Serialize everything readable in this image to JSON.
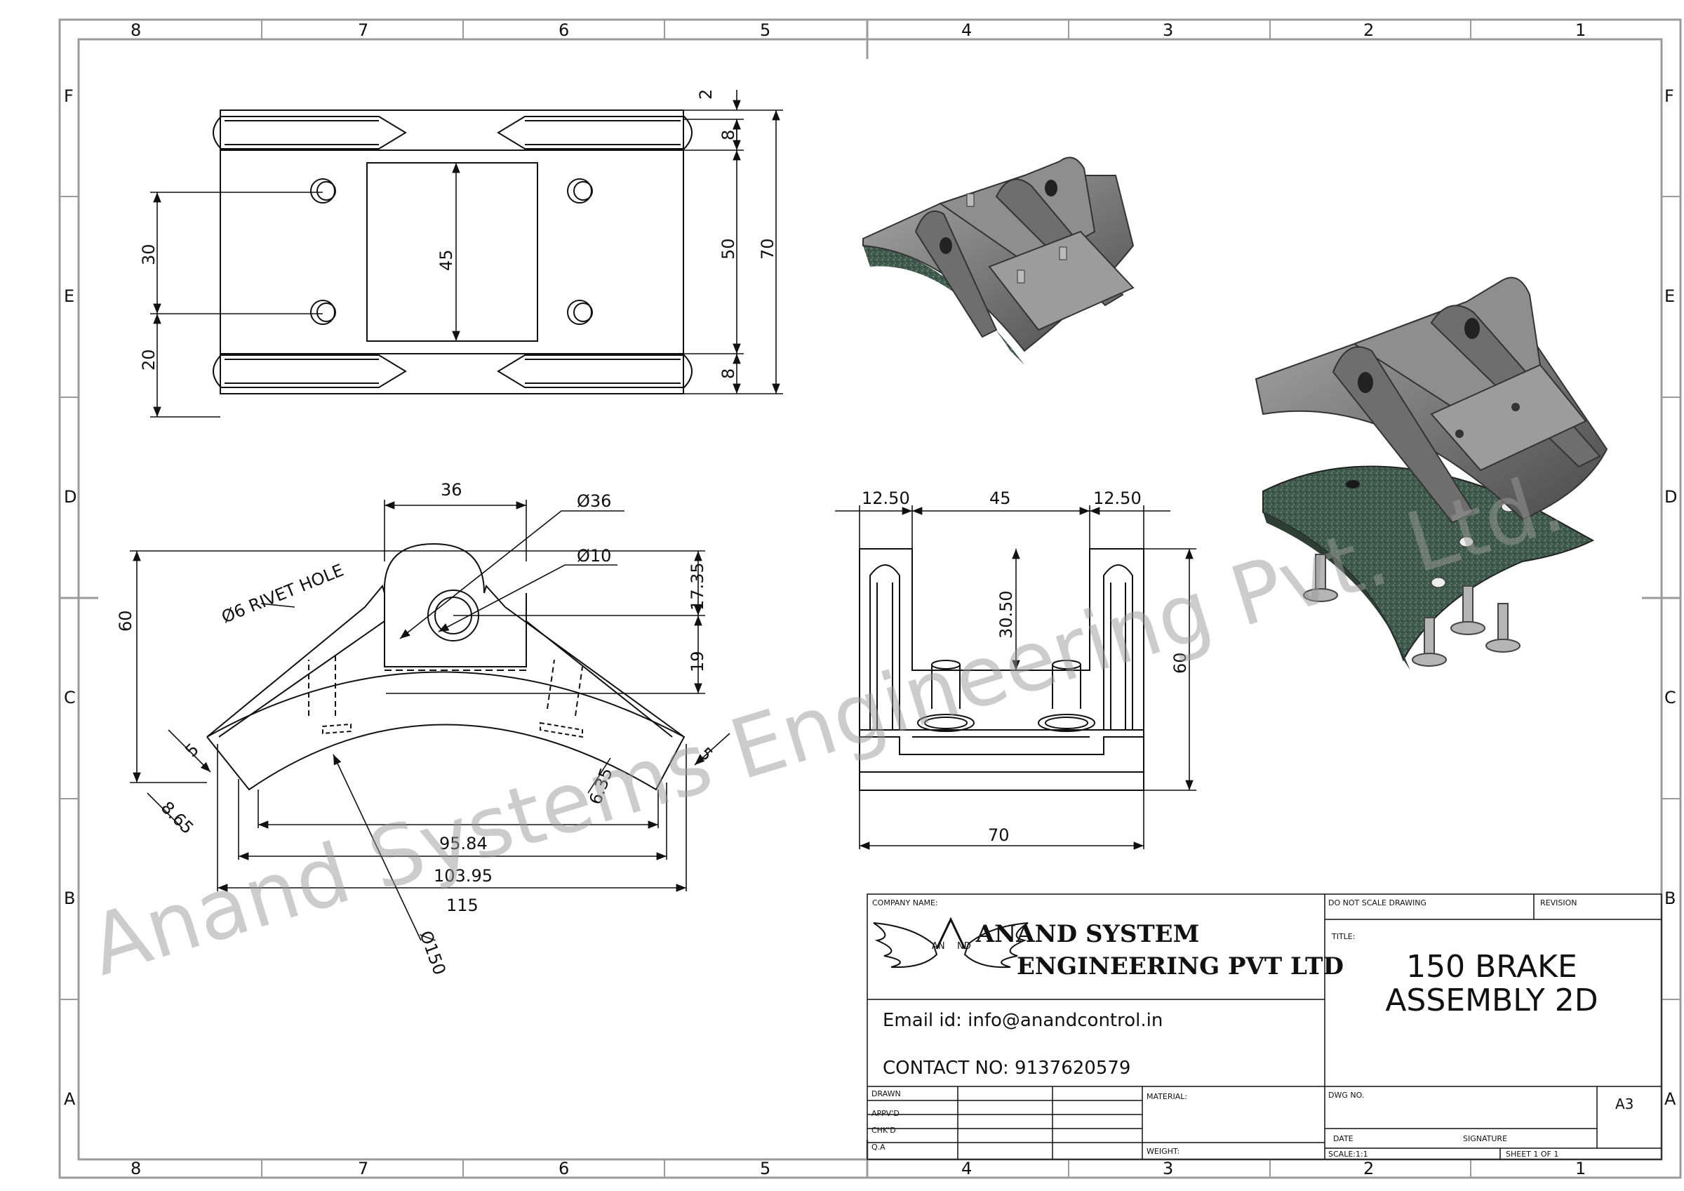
{
  "zones": {
    "columns": [
      "8",
      "7",
      "6",
      "5",
      "4",
      "3",
      "2",
      "1"
    ],
    "rows": [
      "F",
      "E",
      "D",
      "C",
      "B",
      "A"
    ]
  },
  "top_view": {
    "dim_2": "2",
    "dim_8_top": "8",
    "dim_50": "50",
    "dim_70": "70",
    "dim_8_bottom": "8",
    "dim_30": "30",
    "dim_20": "20",
    "dim_45": "45"
  },
  "front_view": {
    "dim_36": "36",
    "dim_dia36": "Ø36",
    "dim_dia10": "Ø10",
    "dim_17_35": "17.35",
    "dim_19": "19",
    "dim_60": "60",
    "rivet_hole": "Ø6 RIVET HOLE",
    "dim_5_left": "5",
    "dim_5_right": "5",
    "dim_8_65": "8.65",
    "dim_6_35": "6.35",
    "dim_95_84": "95.84",
    "dim_103_95": "103.95",
    "dim_115": "115",
    "dim_dia150": "Ø150"
  },
  "side_view": {
    "dim_12_50_left": "12.50",
    "dim_45": "45",
    "dim_12_50_right": "12.50",
    "dim_30_50": "30.50",
    "dim_60": "60",
    "dim_70": "70"
  },
  "watermark": "Anand Systems Engineering Pvt. Ltd.",
  "title_block": {
    "company_name_label": "COMPANY NAME:",
    "company_line1": "ANAND SYSTEM",
    "company_line2": "ENGINEERING PVT LTD",
    "logo_left_letters": "AN",
    "logo_right_letters": "ND",
    "email": "Email id: info@anandcontrol.in",
    "contact": "CONTACT NO: 9137620579",
    "do_not_scale": "DO NOT SCALE DRAWING",
    "revision": "REVISION",
    "title_label": "TITLE:",
    "title_line1": "150 BRAKE",
    "title_line2": "ASSEMBLY 2D",
    "drawn": "DRAWN",
    "appvd": "APPV'D",
    "chkd": "CHK'D",
    "qa": "Q.A",
    "material": "MATERIAL:",
    "weight": "WEIGHT:",
    "dwg_no": "DWG NO.",
    "size": "A3",
    "date": "DATE",
    "signature": "SIGNATURE",
    "scale": "SCALE:1:1",
    "sheet": "SHEET 1 OF 1"
  },
  "colors": {
    "line": "#111111",
    "frame": "#9b9b9b",
    "metal_light": "#8e8e8e",
    "metal_dark": "#4d4d4d",
    "lining": "#3f5a4d",
    "watermark": "#9a9a9a"
  }
}
